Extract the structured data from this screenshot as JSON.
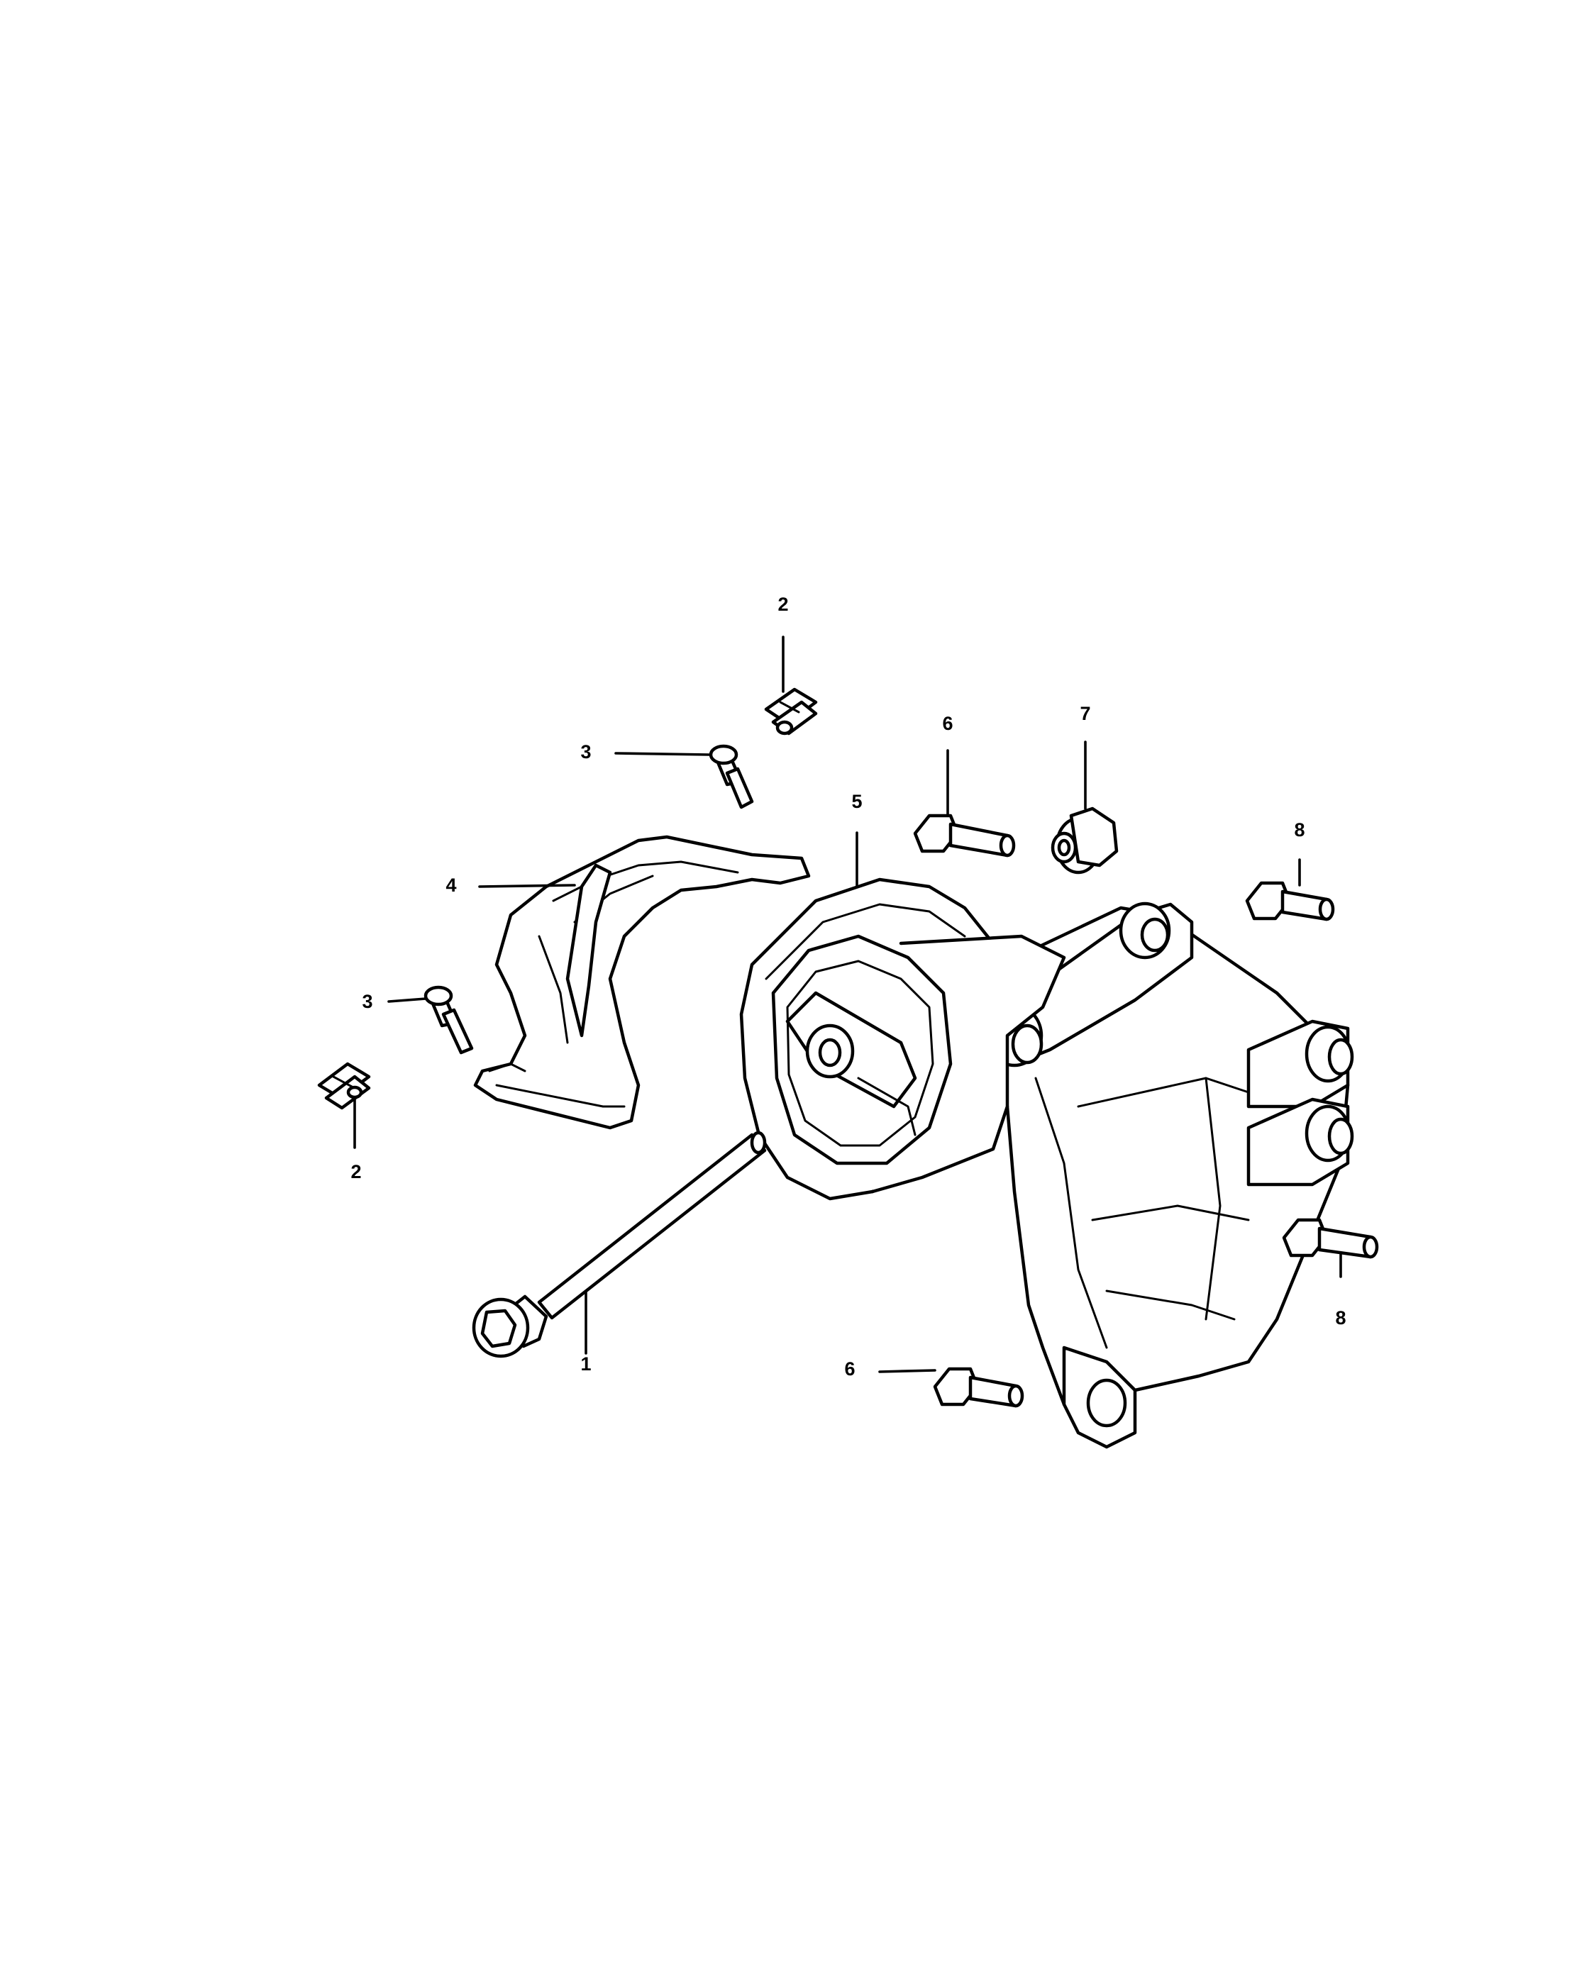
{
  "callouts": [
    {
      "id": "c1",
      "number": "1",
      "part": "bolt"
    },
    {
      "id": "c2a",
      "number": "2",
      "part": "nut"
    },
    {
      "id": "c2b",
      "number": "2",
      "part": "nut"
    },
    {
      "id": "c3a",
      "number": "3",
      "part": "bolt"
    },
    {
      "id": "c3b",
      "number": "3",
      "part": "bolt"
    },
    {
      "id": "c4",
      "number": "4",
      "part": "bracket"
    },
    {
      "id": "c5",
      "number": "5",
      "part": "mount"
    },
    {
      "id": "c6a",
      "number": "6",
      "part": "bolt"
    },
    {
      "id": "c6b",
      "number": "6",
      "part": "bolt"
    },
    {
      "id": "c7",
      "number": "7",
      "part": "nut"
    },
    {
      "id": "c8a",
      "number": "8",
      "part": "bolt"
    },
    {
      "id": "c8b",
      "number": "8",
      "part": "bolt"
    }
  ],
  "colors": {
    "ink": "#000000",
    "paper": "#ffffff"
  }
}
